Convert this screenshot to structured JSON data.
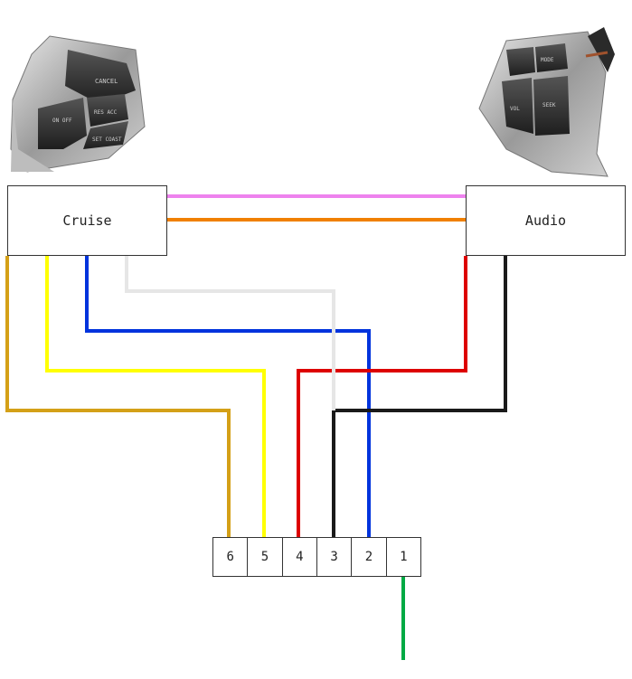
{
  "cruise_module": {
    "label": "Cruise"
  },
  "audio_module": {
    "label": "Audio"
  },
  "cruise_buttons": [
    "CANCEL",
    "ON OFF",
    "RES ACC",
    "SET COAST"
  ],
  "audio_buttons": [
    "MODE",
    "VOL",
    "SEEK"
  ],
  "connector": {
    "pins": [
      "6",
      "5",
      "4",
      "3",
      "2",
      "1"
    ]
  },
  "colors": {
    "pink": "#ee82ee",
    "orange": "#f08000",
    "gold": "#d4a017",
    "yellow": "#ffff00",
    "blue": "#0033dd",
    "white_grey": "#e6e6e6",
    "red": "#dd0000",
    "black": "#1a1a1a",
    "green": "#00aa44"
  }
}
